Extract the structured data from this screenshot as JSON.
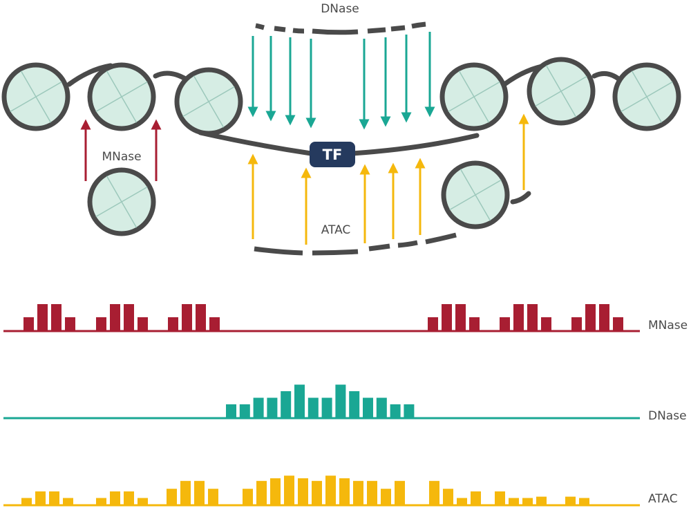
{
  "labels": {
    "dnase_top": "DNase",
    "mnase_mid": "MNase",
    "atac_mid": "ATAC",
    "tf": "TF"
  },
  "tracks": [
    {
      "name": "MNase",
      "color": "#a81e32"
    },
    {
      "name": "DNase",
      "color": "#1aa794"
    },
    {
      "name": "ATAC",
      "color": "#f5b80c"
    }
  ],
  "colors": {
    "dna": "#4a4a4a",
    "nucleosome_fill": "#d6ede4",
    "nucleosome_lines": "#9cc8bb",
    "tf_box": "#253a5e",
    "mnase": "#a81e32",
    "dnase": "#1aa794",
    "atac": "#f5b80c"
  },
  "chart_data": [
    {
      "type": "bar",
      "series": [
        {
          "name": "MNase",
          "values": [
            1,
            2,
            2,
            1,
            1,
            2,
            2,
            1,
            1,
            2,
            2,
            1,
            1,
            2,
            2,
            1,
            1,
            2,
            2,
            1,
            1,
            2,
            2,
            1
          ]
        }
      ]
    },
    {
      "type": "bar",
      "series": [
        {
          "name": "DNase",
          "values": [
            1,
            1,
            1.5,
            1.5,
            2,
            2.5,
            1.5,
            1.5,
            2.5,
            2,
            1.5,
            1.5,
            1,
            1
          ]
        }
      ]
    },
    {
      "type": "bar",
      "series": [
        {
          "name": "ATAC",
          "values": [
            0.5,
            1,
            1,
            0.5,
            0.5,
            1,
            1,
            0.5,
            1.2,
            1.8,
            1.8,
            1.2,
            1.2,
            1.8,
            2,
            2.2,
            2,
            1.8,
            2.2,
            2,
            1.8,
            1.8,
            1.2,
            1.8,
            1.8,
            1.2,
            0.5,
            1,
            1,
            0.5,
            0.5,
            0.6,
            0.6,
            0.5
          ]
        }
      ]
    }
  ]
}
